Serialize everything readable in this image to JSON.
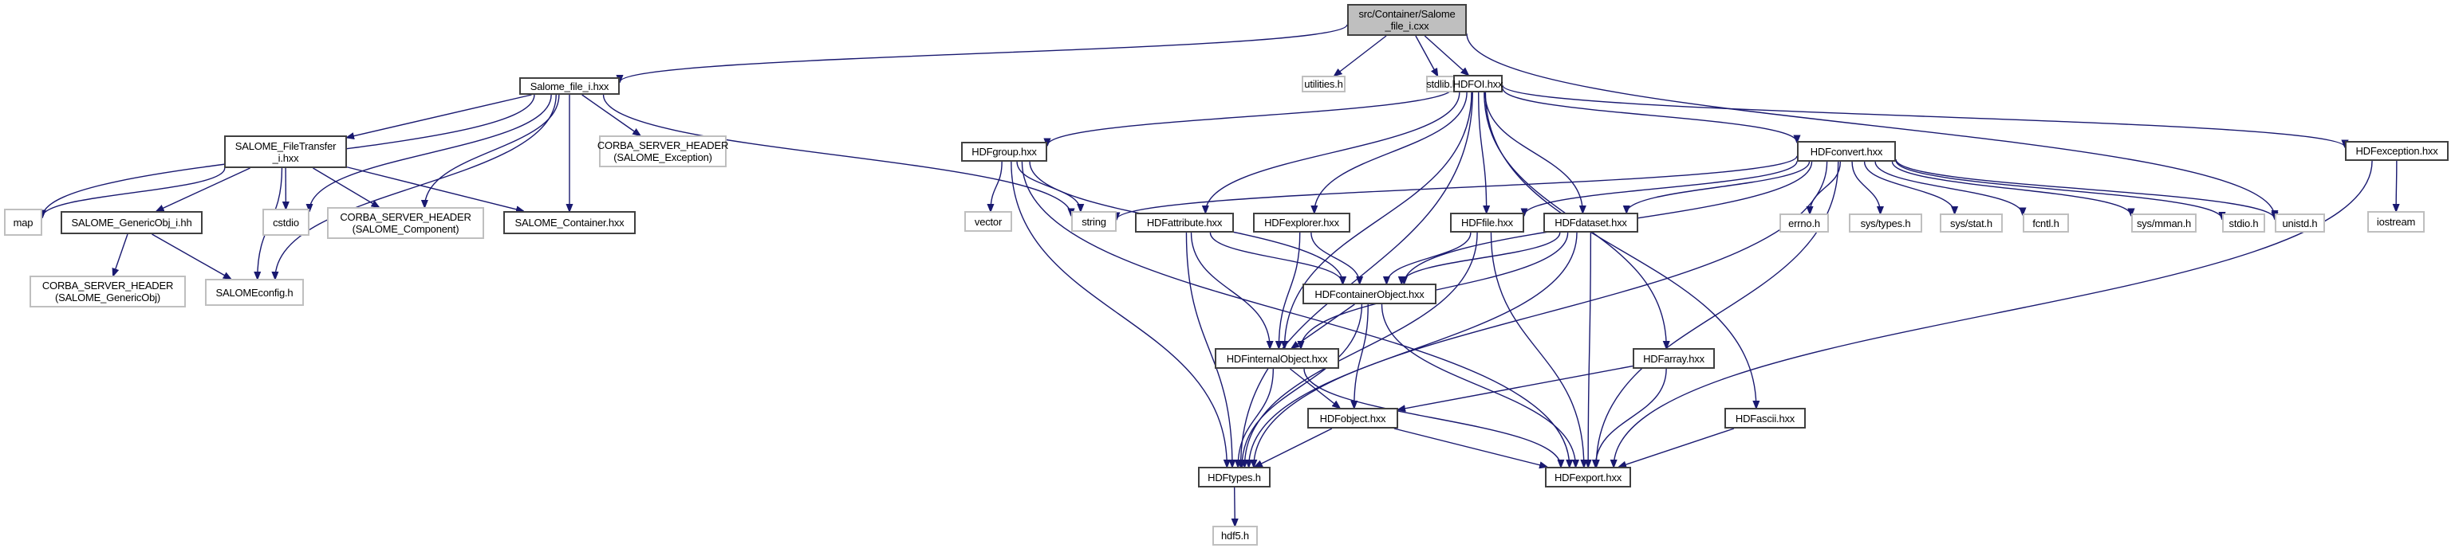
{
  "diagram": {
    "type": "include-dependency-graph",
    "colors": {
      "edge": "#191970",
      "local_border": "#404040",
      "system_border": "#bfbfbf",
      "root_fill": "#bfbfbf"
    },
    "nodes": [
      {
        "id": "root",
        "label": "src/Container/Salome\n_file_i.cxx",
        "kind": "root"
      },
      {
        "id": "utilities",
        "label": "utilities.h",
        "kind": "system"
      },
      {
        "id": "stdlib",
        "label": "stdlib.h",
        "kind": "system"
      },
      {
        "id": "hdfoi",
        "label": "HDFOI.hxx",
        "kind": "local"
      },
      {
        "id": "salome_file_i",
        "label": "Salome_file_i.hxx",
        "kind": "local"
      },
      {
        "id": "filetransfer",
        "label": "SALOME_FileTransfer\n_i.hxx",
        "kind": "local"
      },
      {
        "id": "corba_exception",
        "label": "CORBA_SERVER_HEADER\n(SALOME_Exception)",
        "kind": "system"
      },
      {
        "id": "map",
        "label": "map",
        "kind": "system"
      },
      {
        "id": "genericobj",
        "label": "SALOME_GenericObj_i.hh",
        "kind": "local"
      },
      {
        "id": "cstdio",
        "label": "cstdio",
        "kind": "system"
      },
      {
        "id": "corba_component",
        "label": "CORBA_SERVER_HEADER\n(SALOME_Component)",
        "kind": "system"
      },
      {
        "id": "container",
        "label": "SALOME_Container.hxx",
        "kind": "local"
      },
      {
        "id": "corba_genericobj",
        "label": "CORBA_SERVER_HEADER\n(SALOME_GenericObj)",
        "kind": "system"
      },
      {
        "id": "salomeconfig",
        "label": "SALOMEconfig.h",
        "kind": "system"
      },
      {
        "id": "hdfgroup",
        "label": "HDFgroup.hxx",
        "kind": "local"
      },
      {
        "id": "vector",
        "label": "vector",
        "kind": "system"
      },
      {
        "id": "string",
        "label": "string",
        "kind": "system"
      },
      {
        "id": "hdfattribute",
        "label": "HDFattribute.hxx",
        "kind": "local"
      },
      {
        "id": "hdfexplorer",
        "label": "HDFexplorer.hxx",
        "kind": "local"
      },
      {
        "id": "hdffile",
        "label": "HDFfile.hxx",
        "kind": "local"
      },
      {
        "id": "hdfdataset",
        "label": "HDFdataset.hxx",
        "kind": "local"
      },
      {
        "id": "hdfconvert",
        "label": "HDFconvert.hxx",
        "kind": "local"
      },
      {
        "id": "errno",
        "label": "errno.h",
        "kind": "system"
      },
      {
        "id": "systypes",
        "label": "sys/types.h",
        "kind": "system"
      },
      {
        "id": "sysstat",
        "label": "sys/stat.h",
        "kind": "system"
      },
      {
        "id": "fcntl",
        "label": "fcntl.h",
        "kind": "system"
      },
      {
        "id": "sysmman",
        "label": "sys/mman.h",
        "kind": "system"
      },
      {
        "id": "stdio",
        "label": "stdio.h",
        "kind": "system"
      },
      {
        "id": "unistd",
        "label": "unistd.h",
        "kind": "system"
      },
      {
        "id": "hdfexception",
        "label": "HDFexception.hxx",
        "kind": "local"
      },
      {
        "id": "iostream",
        "label": "iostream",
        "kind": "system"
      },
      {
        "id": "hdfcontainerobject",
        "label": "HDFcontainerObject.hxx",
        "kind": "local"
      },
      {
        "id": "hdfinternalobject",
        "label": "HDFinternalObject.hxx",
        "kind": "local"
      },
      {
        "id": "hdfarray",
        "label": "HDFarray.hxx",
        "kind": "local"
      },
      {
        "id": "hdfobject",
        "label": "HDFobject.hxx",
        "kind": "local"
      },
      {
        "id": "hdfascii",
        "label": "HDFascii.hxx",
        "kind": "local"
      },
      {
        "id": "hdftypes",
        "label": "HDFtypes.h",
        "kind": "local"
      },
      {
        "id": "hdfexport",
        "label": "HDFexport.hxx",
        "kind": "local"
      },
      {
        "id": "hdf5",
        "label": "hdf5.h",
        "kind": "system"
      }
    ],
    "edges": [
      [
        "root",
        "salome_file_i"
      ],
      [
        "root",
        "utilities"
      ],
      [
        "root",
        "stdlib"
      ],
      [
        "root",
        "hdfoi"
      ],
      [
        "root",
        "unistd"
      ],
      [
        "salome_file_i",
        "filetransfer"
      ],
      [
        "salome_file_i",
        "map"
      ],
      [
        "salome_file_i",
        "cstdio"
      ],
      [
        "salome_file_i",
        "corba_component"
      ],
      [
        "salome_file_i",
        "container"
      ],
      [
        "salome_file_i",
        "salomeconfig"
      ],
      [
        "salome_file_i",
        "corba_exception"
      ],
      [
        "salome_file_i",
        "string"
      ],
      [
        "filetransfer",
        "map"
      ],
      [
        "filetransfer",
        "genericobj"
      ],
      [
        "filetransfer",
        "cstdio"
      ],
      [
        "filetransfer",
        "corba_component"
      ],
      [
        "filetransfer",
        "container"
      ],
      [
        "filetransfer",
        "salomeconfig"
      ],
      [
        "genericobj",
        "corba_genericobj"
      ],
      [
        "genericobj",
        "salomeconfig"
      ],
      [
        "hdfoi",
        "hdfgroup"
      ],
      [
        "hdfoi",
        "hdftypes"
      ],
      [
        "hdfoi",
        "hdfattribute"
      ],
      [
        "hdfoi",
        "hdfexplorer"
      ],
      [
        "hdfoi",
        "hdfinternalobject"
      ],
      [
        "hdfoi",
        "hdffile"
      ],
      [
        "hdfoi",
        "hdfdataset"
      ],
      [
        "hdfoi",
        "hdfarray"
      ],
      [
        "hdfoi",
        "hdfascii"
      ],
      [
        "hdfoi",
        "hdfconvert"
      ],
      [
        "hdfoi",
        "hdfexception"
      ],
      [
        "hdfgroup",
        "vector"
      ],
      [
        "hdfgroup",
        "string"
      ],
      [
        "hdfgroup",
        "hdfcontainerobject"
      ],
      [
        "hdfgroup",
        "hdftypes"
      ],
      [
        "hdfgroup",
        "hdfexport"
      ],
      [
        "hdfconvert",
        "string"
      ],
      [
        "hdfconvert",
        "hdfcontainerobject"
      ],
      [
        "hdfconvert",
        "hdffile"
      ],
      [
        "hdfconvert",
        "hdfdataset"
      ],
      [
        "hdfconvert",
        "errno"
      ],
      [
        "hdfconvert",
        "systypes"
      ],
      [
        "hdfconvert",
        "sysstat"
      ],
      [
        "hdfconvert",
        "fcntl"
      ],
      [
        "hdfconvert",
        "sysmman"
      ],
      [
        "hdfconvert",
        "stdio"
      ],
      [
        "hdfconvert",
        "unistd"
      ],
      [
        "hdfconvert",
        "hdftypes"
      ],
      [
        "hdfconvert",
        "hdfexport"
      ],
      [
        "hdfexception",
        "iostream"
      ],
      [
        "hdfexception",
        "hdfexport"
      ],
      [
        "hdfattribute",
        "hdfcontainerobject"
      ],
      [
        "hdfattribute",
        "hdfinternalobject"
      ],
      [
        "hdfattribute",
        "hdftypes"
      ],
      [
        "hdfexplorer",
        "hdfcontainerobject"
      ],
      [
        "hdfexplorer",
        "hdfinternalobject"
      ],
      [
        "hdffile",
        "hdfcontainerobject"
      ],
      [
        "hdffile",
        "hdftypes"
      ],
      [
        "hdffile",
        "hdfexport"
      ],
      [
        "hdfdataset",
        "hdfcontainerobject"
      ],
      [
        "hdfdataset",
        "hdfinternalobject"
      ],
      [
        "hdfdataset",
        "hdftypes"
      ],
      [
        "hdfdataset",
        "hdfexport"
      ],
      [
        "hdfcontainerobject",
        "hdfinternalobject"
      ],
      [
        "hdfcontainerobject",
        "hdfobject"
      ],
      [
        "hdfcontainerobject",
        "hdftypes"
      ],
      [
        "hdfcontainerobject",
        "hdfexport"
      ],
      [
        "hdfinternalobject",
        "hdfobject"
      ],
      [
        "hdfinternalobject",
        "hdftypes"
      ],
      [
        "hdfinternalobject",
        "hdfexport"
      ],
      [
        "hdfarray",
        "hdfobject"
      ],
      [
        "hdfarray",
        "hdfexport"
      ],
      [
        "hdfobject",
        "hdftypes"
      ],
      [
        "hdfobject",
        "hdfexport"
      ],
      [
        "hdfascii",
        "hdfexport"
      ],
      [
        "hdftypes",
        "hdf5"
      ]
    ]
  }
}
